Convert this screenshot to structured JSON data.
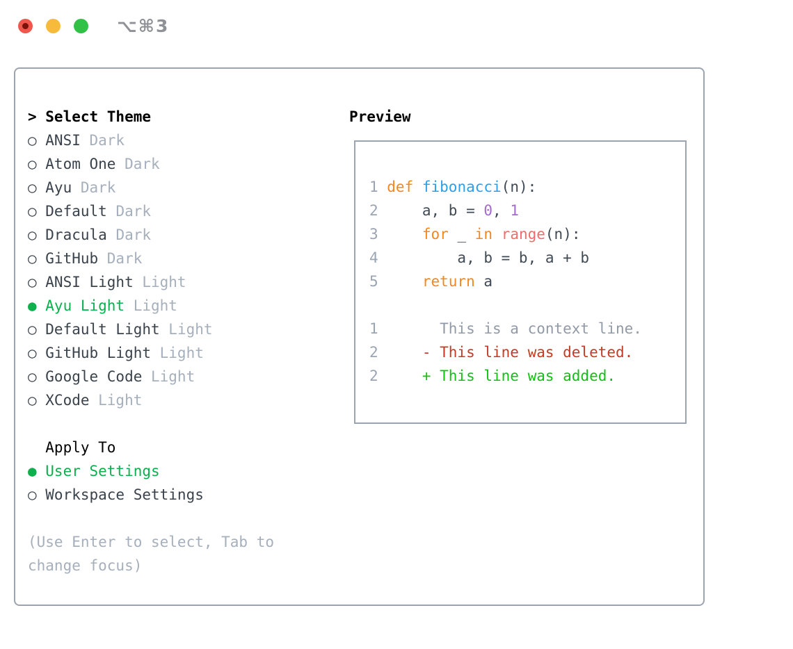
{
  "window": {
    "title": "⌥⌘3"
  },
  "icons": {
    "prompt": ">",
    "radio_unselected": "○",
    "radio_selected": "●"
  },
  "theme_list": {
    "header": "Select Theme",
    "items": [
      {
        "name": "ANSI",
        "variant": "Dark",
        "selected": false
      },
      {
        "name": "Atom One",
        "variant": "Dark",
        "selected": false
      },
      {
        "name": "Ayu",
        "variant": "Dark",
        "selected": false
      },
      {
        "name": "Default",
        "variant": "Dark",
        "selected": false
      },
      {
        "name": "Dracula",
        "variant": "Dark",
        "selected": false
      },
      {
        "name": "GitHub",
        "variant": "Dark",
        "selected": false
      },
      {
        "name": "ANSI Light",
        "variant": "Light",
        "selected": false
      },
      {
        "name": "Ayu Light",
        "variant": "Light",
        "selected": true
      },
      {
        "name": "Default Light",
        "variant": "Light",
        "selected": false
      },
      {
        "name": "GitHub Light",
        "variant": "Light",
        "selected": false
      },
      {
        "name": "Google Code",
        "variant": "Light",
        "selected": false
      },
      {
        "name": "XCode",
        "variant": "Light",
        "selected": false
      }
    ]
  },
  "apply_to": {
    "header": "Apply To",
    "options": [
      {
        "label": "User Settings",
        "selected": true
      },
      {
        "label": "Workspace Settings",
        "selected": false
      }
    ]
  },
  "hint": "(Use Enter to select, Tab to change focus)",
  "preview": {
    "header": "Preview",
    "code_lines": [
      {
        "number": "1",
        "tokens": [
          {
            "text": "def",
            "style": "keyword"
          },
          {
            "text": " ",
            "style": "fg"
          },
          {
            "text": "fibonacci",
            "style": "function"
          },
          {
            "text": "(n):",
            "style": "fg"
          }
        ]
      },
      {
        "number": "2",
        "tokens": [
          {
            "text": "    a, b = ",
            "style": "fg"
          },
          {
            "text": "0",
            "style": "number"
          },
          {
            "text": ", ",
            "style": "fg"
          },
          {
            "text": "1",
            "style": "number"
          }
        ]
      },
      {
        "number": "3",
        "tokens": [
          {
            "text": "    ",
            "style": "fg"
          },
          {
            "text": "for",
            "style": "keyword"
          },
          {
            "text": " _ ",
            "style": "fg"
          },
          {
            "text": "in",
            "style": "keyword"
          },
          {
            "text": " ",
            "style": "fg"
          },
          {
            "text": "range",
            "style": "call"
          },
          {
            "text": "(n):",
            "style": "fg"
          }
        ]
      },
      {
        "number": "4",
        "tokens": [
          {
            "text": "        a, b = b, a + b",
            "style": "fg"
          }
        ]
      },
      {
        "number": "5",
        "tokens": [
          {
            "text": "    ",
            "style": "fg"
          },
          {
            "text": "return",
            "style": "keyword"
          },
          {
            "text": " a",
            "style": "fg"
          }
        ]
      }
    ],
    "diff_lines": [
      {
        "number": "1",
        "text": "      This is a context line.",
        "style": "context"
      },
      {
        "number": "2",
        "text": "    - This line was deleted.",
        "style": "deleted"
      },
      {
        "number": "2",
        "text": "    + This line was added.",
        "style": "added"
      }
    ]
  },
  "colors": {
    "ui_green": "#0db04d",
    "text_dark": "#3a424b",
    "text_muted": "#a6afbc",
    "header_black": "#000000",
    "border_gray": "#9ca4af",
    "line_number": "#9aa4b2",
    "code_fg": "#404a54",
    "code_keyword": "#f5871f",
    "code_function": "#2aa0ef",
    "code_number": "#a36bcd",
    "code_call": "#f56a6a",
    "diff_context": "#919aa6",
    "diff_deleted": "#c43b24",
    "diff_added": "#13c113",
    "title_gray": "#8e9196",
    "light_red": "#f2574e",
    "light_yellow": "#f7bb3b",
    "light_green": "#31c146"
  }
}
